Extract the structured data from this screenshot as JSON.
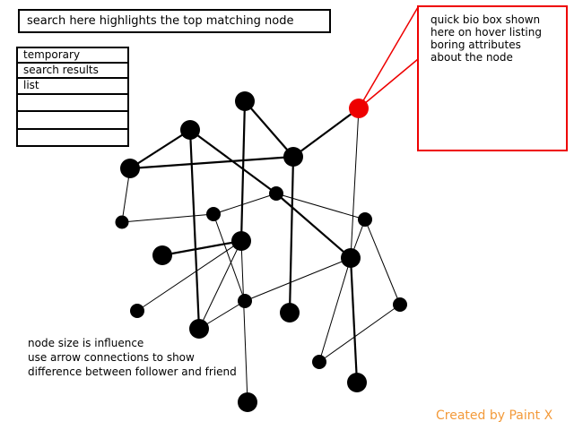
{
  "search_bar": {
    "label": "search here highlights the top matching node"
  },
  "results_list": {
    "items": [
      "temporary",
      "search results",
      "list",
      "",
      "",
      ""
    ]
  },
  "bio_box": {
    "lines": [
      "quick bio box shown",
      "here on hover listing",
      "boring attributes",
      "about the node"
    ]
  },
  "notes": {
    "lines": [
      "node size is influence",
      "use arrow connections to show",
      "difference between follower and friend"
    ]
  },
  "credit": "Created by Paint X",
  "colors": {
    "highlight": "#ee0000",
    "node": "#000000",
    "credit": "#f39a3a"
  }
}
